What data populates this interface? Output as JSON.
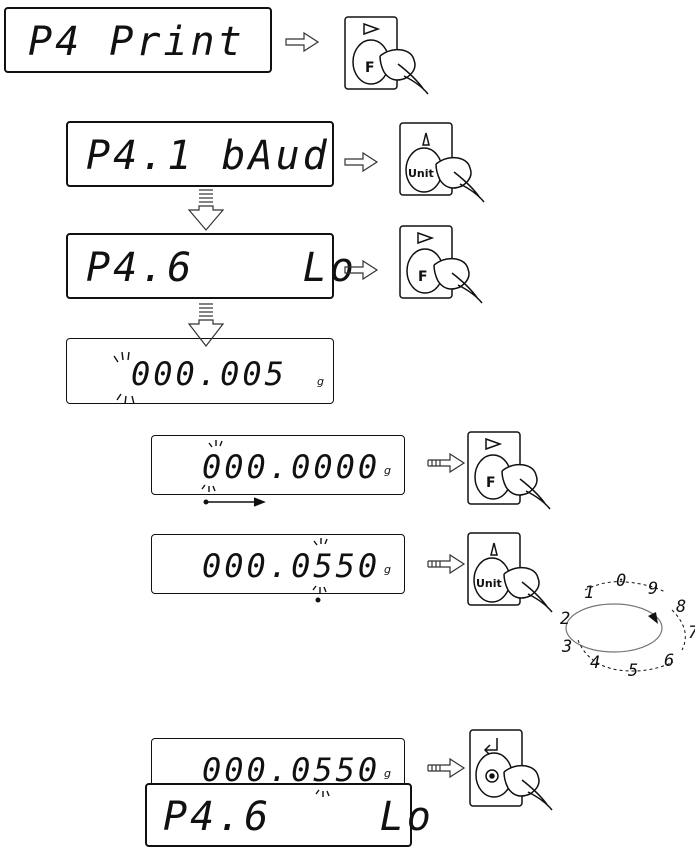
{
  "displays": {
    "p4_print": "P4 Print",
    "p4_1_baud": "P4.1 bAud",
    "p4_6_lo": "P4.6    Lo",
    "val_short": "000.005",
    "val_zero": "000.0000",
    "val_550_a": "000.0550",
    "val_550_b": "000.0550",
    "p4_6_lo_final": "P4.6    Lo"
  },
  "unit": "g",
  "keys": {
    "f": "F",
    "unit": "Unit"
  },
  "dial_digits": [
    "0",
    "9",
    "8",
    "7",
    "6",
    "5",
    "4",
    "3",
    "2",
    "1"
  ],
  "colors": {
    "line": "#111111",
    "arrow_fill": "#ffffff"
  }
}
